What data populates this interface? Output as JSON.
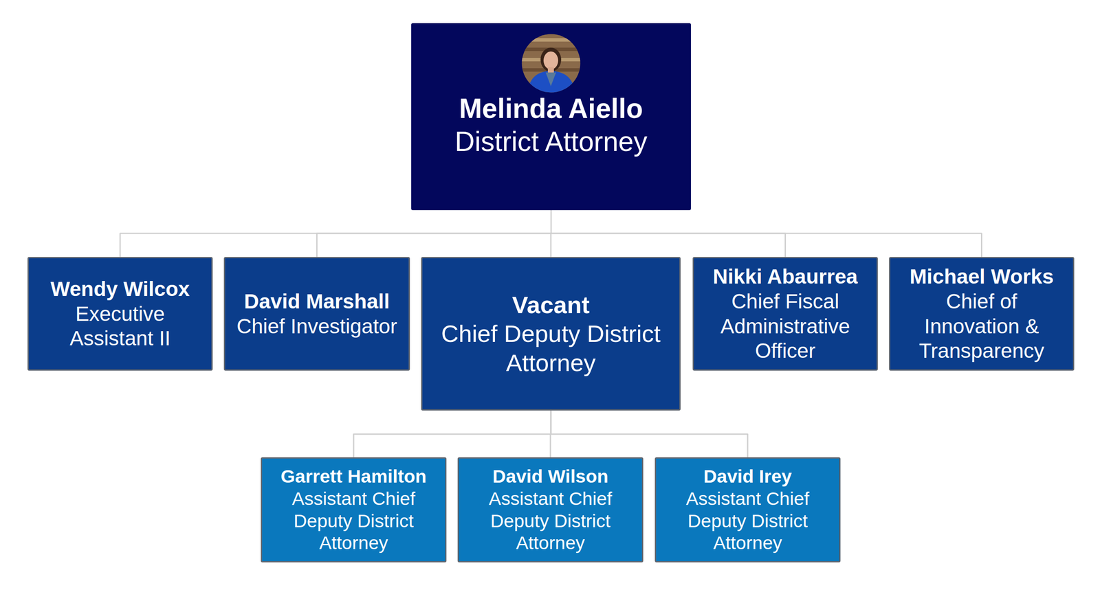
{
  "diagram": {
    "nodes": [
      {
        "text": [
          "Melinda Aiello",
          "District Attorney"
        ]
      },
      {
        "text": [
          "Wendy Wilcox",
          "Executive Assistant II"
        ]
      },
      {
        "text": [
          "David Marshall",
          "Chief Investigator"
        ]
      },
      {
        "text": [
          "Vacant",
          "Chief Deputy District Attorney"
        ]
      },
      {
        "text": [
          "Nikki Abaurrea",
          "Chief Fiscal Administrative Officer"
        ]
      },
      {
        "text": [
          "Michael Works",
          "Chief of Innovation & Transparency"
        ]
      },
      {
        "text": [
          "Garrett Hamilton",
          "Assistant Chief Deputy District Attorney"
        ]
      },
      {
        "text": [
          "David Wilson",
          "Assistant Chief Deputy District Attorney"
        ]
      },
      {
        "text": [
          "David Irey",
          "Assistant Chief Deputy District Attorney"
        ]
      }
    ],
    "edges": [
      {
        "from": 0,
        "to": 1,
        "arrow": "none"
      },
      {
        "from": 0,
        "to": 2,
        "arrow": "none"
      },
      {
        "from": 0,
        "to": 3,
        "arrow": "none"
      },
      {
        "from": 0,
        "to": 4,
        "arrow": "none"
      },
      {
        "from": 0,
        "to": 5,
        "arrow": "none"
      },
      {
        "from": 3,
        "to": 6,
        "arrow": "none"
      },
      {
        "from": 3,
        "to": 7,
        "arrow": "none"
      },
      {
        "from": 3,
        "to": 8,
        "arrow": "none"
      }
    ]
  }
}
